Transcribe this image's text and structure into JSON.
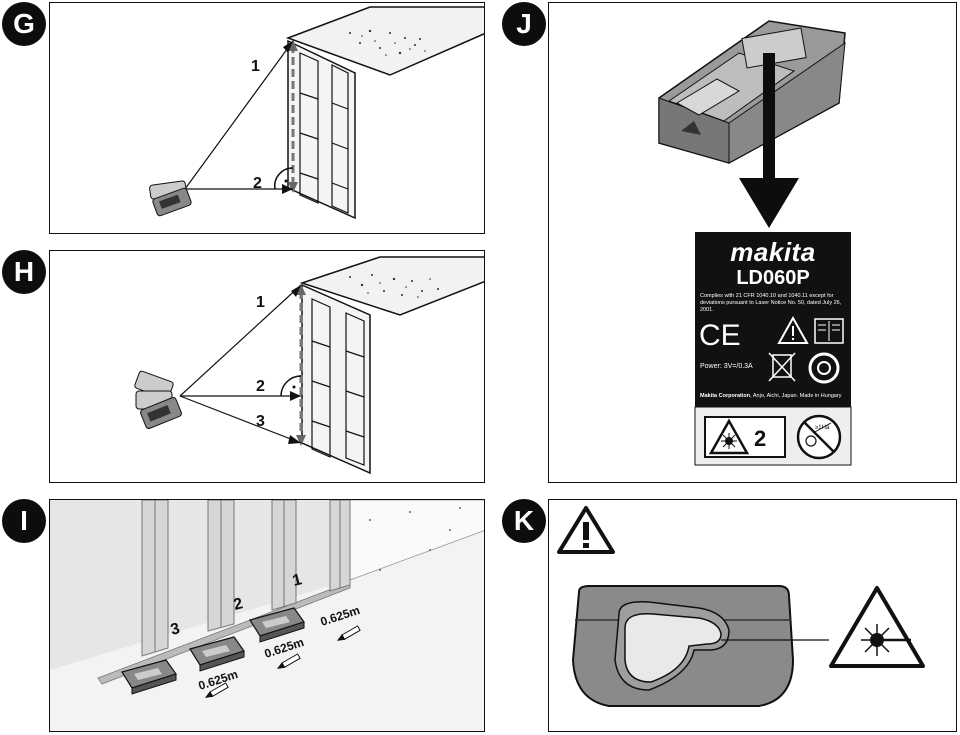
{
  "panels": {
    "g": {
      "badge": "G",
      "line1": "1",
      "line2": "2"
    },
    "h": {
      "badge": "H",
      "line1": "1",
      "line2": "2",
      "line3": "3"
    },
    "i": {
      "badge": "I",
      "post1": "1",
      "post2": "2",
      "post3": "3",
      "dist_a": "0.625m",
      "dist_b": "0.625m",
      "dist_c": "0.625m"
    },
    "j": {
      "badge": "J",
      "brand": "makita",
      "model": "LD060P",
      "compliance": "Complies with 21 CFR 1040.10 and 1040.11 except for deviations pursuant to Laser Notice No. 50, dated July 26, 2001.",
      "power": "Power: 3V=/0.3A",
      "corporation_bold": "Makita Corporation",
      "corporation_rest": ", Anjo, Aichi, Japan. Made in Hungary",
      "laser_class": "2",
      "ce_mark": "CE",
      "no_view_label": "≥1Ha"
    },
    "k": {
      "badge": "K"
    }
  },
  "colors": {
    "badge_bg": "#0d0d0d",
    "label_bg": "#111111",
    "device_grey": "#8a8a8a",
    "wall_grey": "#e6e6e6"
  },
  "icons": [
    "warning-triangle-icon",
    "manual-icon",
    "weee-bin-icon",
    "recycle-icon",
    "laser-warning-icon",
    "no-view-icon",
    "laser-aperture-icon"
  ]
}
